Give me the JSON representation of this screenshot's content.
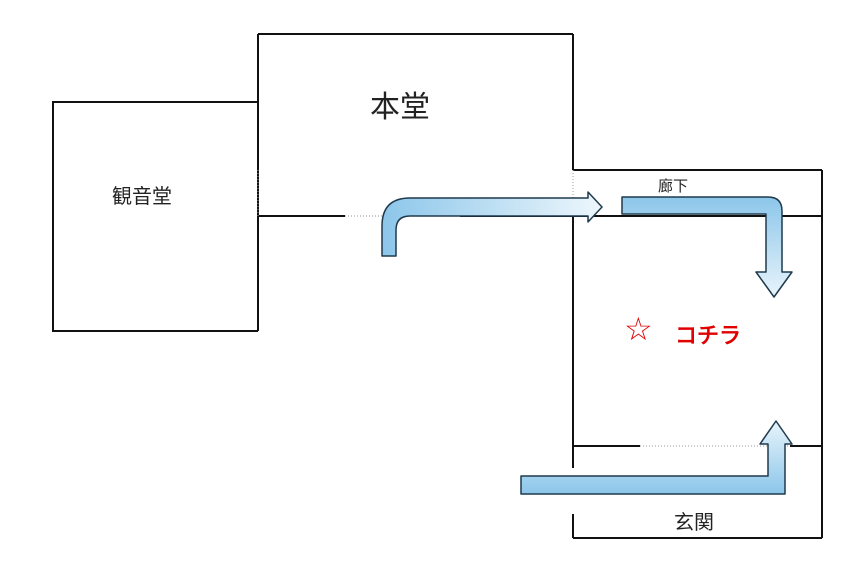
{
  "rooms": {
    "hondo": "本堂",
    "kannon": "観音堂",
    "roka": "廊下",
    "genkan": "玄関"
  },
  "marker": {
    "symbol": "☆",
    "text": "コチラ",
    "color": "#e00000"
  },
  "colors": {
    "wall": "#111111",
    "arrow_fill_light": "#e8f4fb",
    "arrow_fill_dark": "#8cc6ea",
    "arrow_stroke": "#1f3a4d"
  }
}
